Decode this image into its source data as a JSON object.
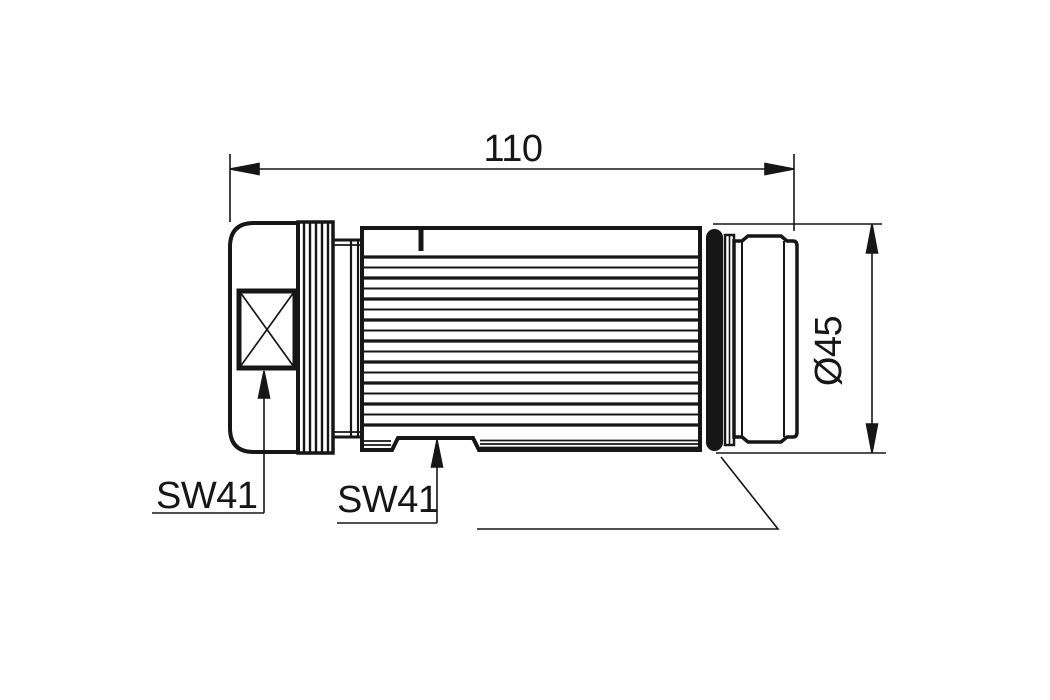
{
  "drawing": {
    "type": "technical-drawing",
    "length_dim": "110",
    "diameter_dim": "Ø45",
    "wrench_callout_cap": "SW41",
    "wrench_callout_body": "SW41",
    "line_color": "#161616",
    "background_color": "#ffffff"
  }
}
